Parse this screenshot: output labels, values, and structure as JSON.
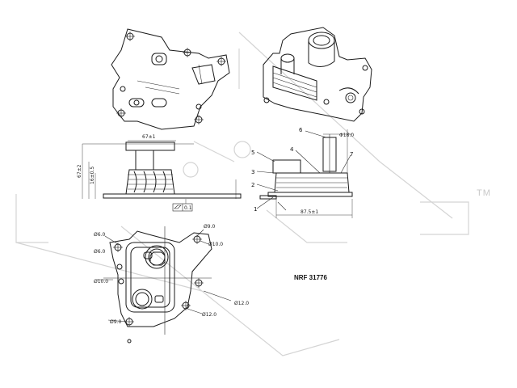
{
  "part_number": "NRF 31776",
  "watermark_text": "TM",
  "views": {
    "front_plan": {
      "dim_a": "Ø6.0"
    },
    "bottom_plan": {
      "dims": [
        "Ø6.0",
        "Ø9.0",
        "Ø10.0",
        "Ø10.0",
        "Ø12.0",
        "Ø12.0",
        "Ø9.0"
      ]
    },
    "side_left": {
      "width_label": "67±1",
      "height_label": "67±2",
      "tube_label": "16±0.5",
      "flatness_label": "0.1"
    },
    "side_right": {
      "diameter_label": "Φ18.0",
      "width_label": "87.5±1",
      "callouts": [
        "1",
        "2",
        "3",
        "4",
        "5",
        "6",
        "7"
      ]
    }
  },
  "colors": {
    "line": "#1a1a1a",
    "watermark": "#d4d4d4"
  }
}
